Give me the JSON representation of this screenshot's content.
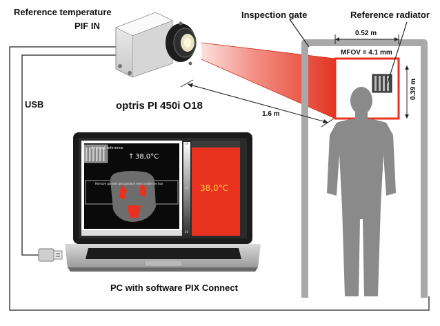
{
  "labels": {
    "reference_temperature": "Reference temperature",
    "pif_in": "PIF IN",
    "usb": "USB",
    "camera_name": "optris PI 450i O18",
    "inspection_gate": "Inspection gate",
    "reference_radiator": "Reference radiator",
    "gate_width": "0.52 m",
    "mfov": "MFOV = 4.1 mm",
    "gate_height": "0.39 m",
    "distance": "1.6 m",
    "pc_caption": "PC with software PIX Connect"
  },
  "software_screen": {
    "ambient_reference": "Ambient reference",
    "reading": "38,0°C",
    "reading_arrow": "↑",
    "instruction": "Remove glasses and position eyes inside the box",
    "alarm_reading": "38,0°C",
    "scale_top": "39",
    "scale_mid": "30",
    "scale_bottom": "20"
  },
  "colors": {
    "beam_red": "#e8321f",
    "gate_gray": "#a9a9a9",
    "person_gray": "#8a8a8a",
    "alarm_red": "#e8321f",
    "alarm_text": "#ffd23f"
  }
}
